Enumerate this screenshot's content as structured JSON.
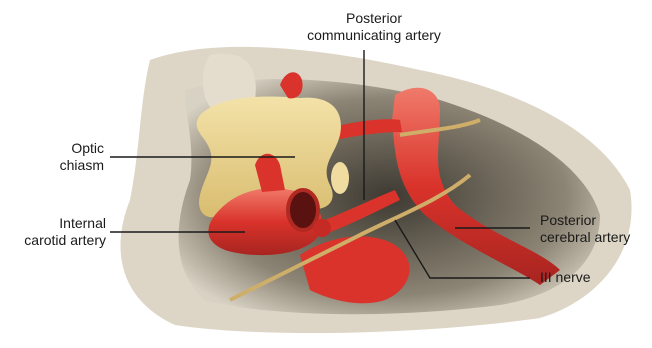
{
  "labels": {
    "posterior_communicating_artery": [
      "Posterior",
      "communicating artery"
    ],
    "optic_chiasm": [
      "Optic",
      "chiasm"
    ],
    "internal_carotid_artery": [
      "Internal",
      "carotid artery"
    ],
    "posterior_cerebral_artery": [
      "Posterior",
      "cerebral artery"
    ],
    "iii_nerve": [
      "III nerve"
    ]
  },
  "colors": {
    "artery": "#d9332b",
    "artery_highlight": "#f07a6a",
    "artery_dark": "#8e1a16",
    "chiasm": "#e8cf8a",
    "nerve": "#cfae6a",
    "tissue": "#cdc4b0",
    "tissue_dark": "#4a443a",
    "leader": "#1a1a1a"
  }
}
